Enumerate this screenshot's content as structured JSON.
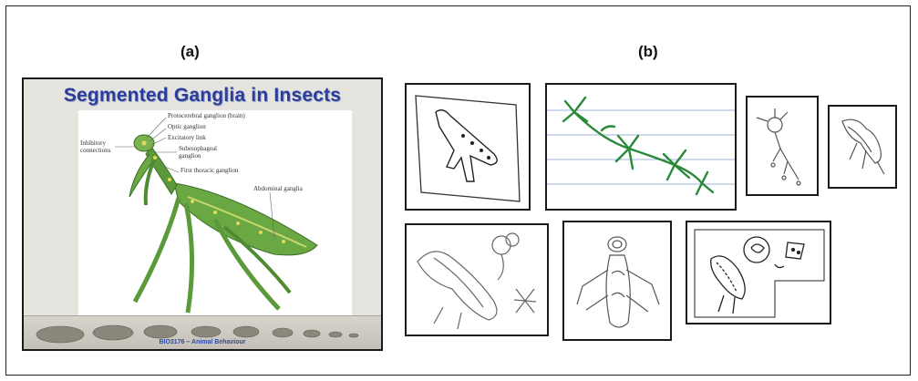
{
  "panel_a": {
    "label": "(a)",
    "slide": {
      "title": "Segmented Ganglia in Insects",
      "annotations": [
        "Protocerebral ganglion (brain)",
        "Optic ganglion",
        "Excitatory link",
        "Inhibitory connections",
        "Subesophageal ganglion",
        "First thoracic ganglion",
        "Abdominal ganglia"
      ],
      "footer": "BIO3176 – Animal Behaviour"
    }
  },
  "panel_b": {
    "label": "(b)",
    "drawings": [
      "student-drawing-mantis-outline",
      "student-drawing-green-neurons-lined-paper",
      "student-drawing-small-neuron",
      "student-drawing-small-insect",
      "student-drawing-insect-with-flower",
      "student-drawing-insect-top-view",
      "student-drawing-insect-with-eye"
    ]
  },
  "colors": {
    "title_blue": "#2a3d9c",
    "mantis_green": "#5a9a3a",
    "neuron_green": "#2a8a3a"
  }
}
